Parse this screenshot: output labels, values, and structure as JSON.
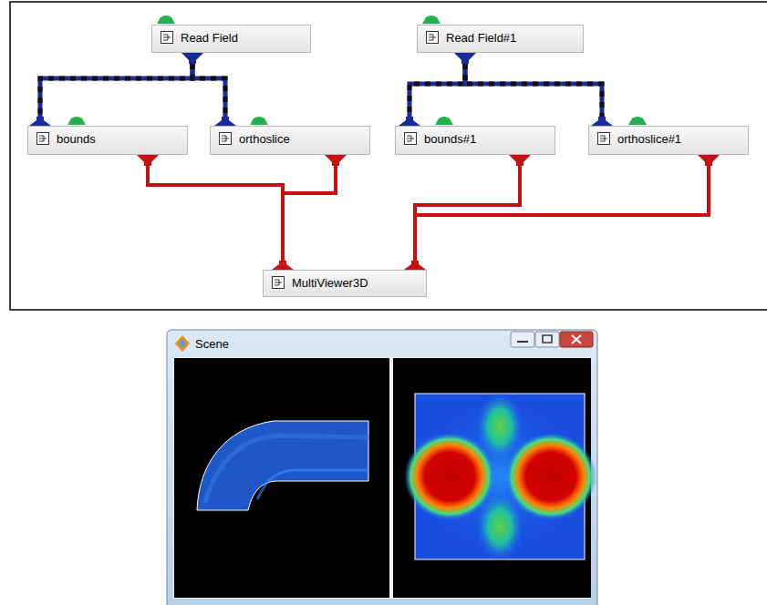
{
  "diagram": {
    "nodes": [
      {
        "text": [
          "Read Field"
        ]
      },
      {
        "text": [
          "Read Field#1"
        ]
      },
      {
        "text": [
          "bounds"
        ]
      },
      {
        "text": [
          "orthoslice"
        ]
      },
      {
        "text": [
          "bounds#1"
        ]
      },
      {
        "text": [
          "orthoslice#1"
        ]
      },
      {
        "text": [
          "MultiViewer3D"
        ]
      }
    ],
    "edges": [
      {
        "from": 0,
        "to": 2,
        "arrow": "none"
      },
      {
        "from": 0,
        "to": 3,
        "arrow": "none"
      },
      {
        "from": 1,
        "to": 4,
        "arrow": "none"
      },
      {
        "from": 1,
        "to": 5,
        "arrow": "none"
      },
      {
        "from": 2,
        "to": 6,
        "arrow": "none"
      },
      {
        "from": 3,
        "to": 6,
        "arrow": "none"
      },
      {
        "from": 4,
        "to": 6,
        "arrow": "none"
      },
      {
        "from": 5,
        "to": 6,
        "arrow": "none"
      }
    ],
    "labels": [
      "Scene"
    ]
  }
}
